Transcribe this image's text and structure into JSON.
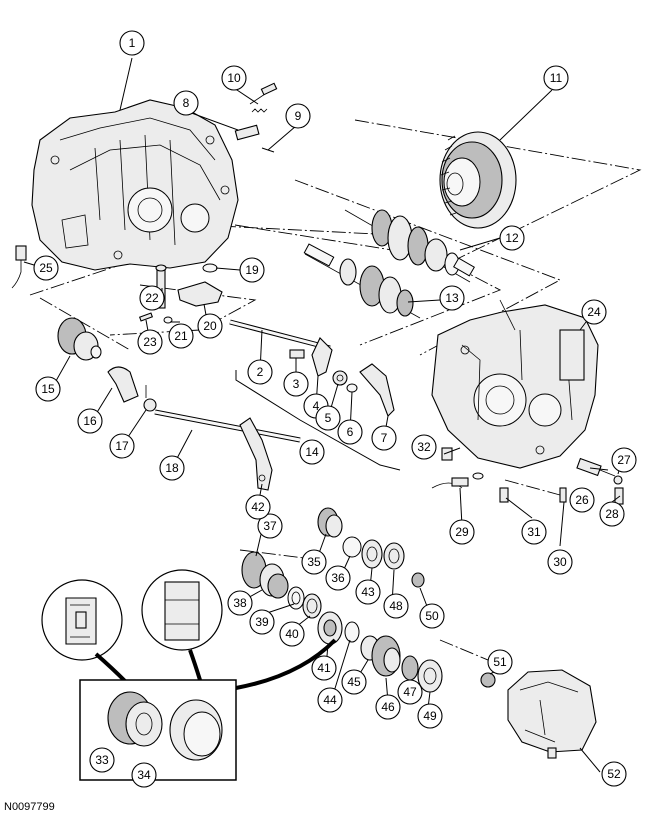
{
  "figure_ref": "N0097799",
  "callouts": [
    "1",
    "2",
    "3",
    "4",
    "5",
    "6",
    "7",
    "8",
    "9",
    "10",
    "11",
    "12",
    "13",
    "14",
    "15",
    "16",
    "17",
    "18",
    "19",
    "20",
    "21",
    "22",
    "23",
    "24",
    "25",
    "26",
    "27",
    "28",
    "29",
    "30",
    "31",
    "32",
    "33",
    "34",
    "35",
    "36",
    "37",
    "38",
    "39",
    "40",
    "41",
    "42",
    "43",
    "44",
    "45",
    "46",
    "47",
    "48",
    "49",
    "50",
    "51",
    "52"
  ]
}
